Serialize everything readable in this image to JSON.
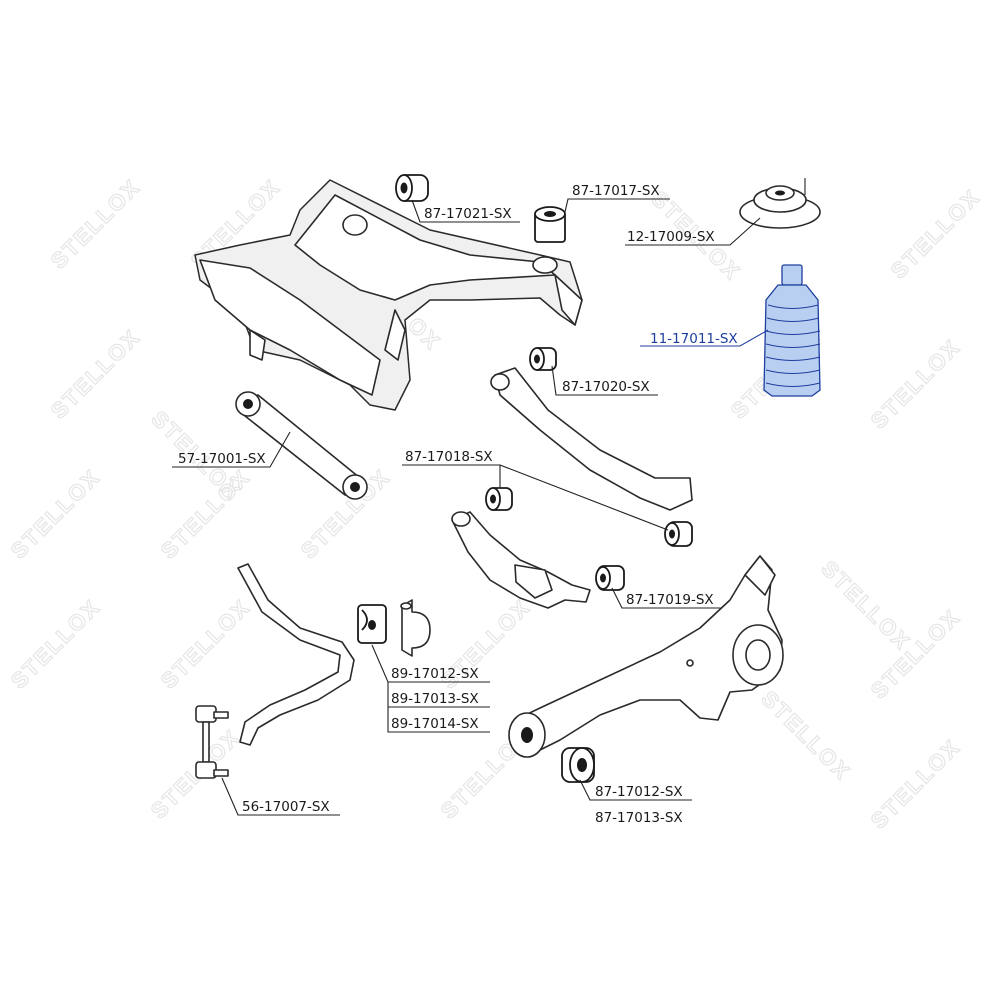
{
  "watermark": {
    "text": "STELLOX"
  },
  "labels": [
    {
      "id": "l1",
      "text": "87-17021-SX"
    },
    {
      "id": "l2",
      "text": "87-17017-SX"
    },
    {
      "id": "l3",
      "text": "12-17009-SX"
    },
    {
      "id": "l4",
      "text": "11-17011-SX",
      "highlight": true
    },
    {
      "id": "l5",
      "text": "87-17020-SX"
    },
    {
      "id": "l6",
      "text": "57-17001-SX"
    },
    {
      "id": "l7",
      "text": "87-17018-SX"
    },
    {
      "id": "l8",
      "text": "87-17019-SX"
    },
    {
      "id": "l9",
      "text": "89-17012-SX"
    },
    {
      "id": "l10",
      "text": "89-17013-SX"
    },
    {
      "id": "l11",
      "text": "89-17014-SX"
    },
    {
      "id": "l12",
      "text": "87-17012-SX"
    },
    {
      "id": "l13",
      "text": "87-17013-SX"
    },
    {
      "id": "l14",
      "text": "56-17007-SX"
    }
  ],
  "colors": {
    "highlight": "#1d3f9e",
    "boot_fill": "#b9cff2",
    "line": "#2a2a2a"
  }
}
